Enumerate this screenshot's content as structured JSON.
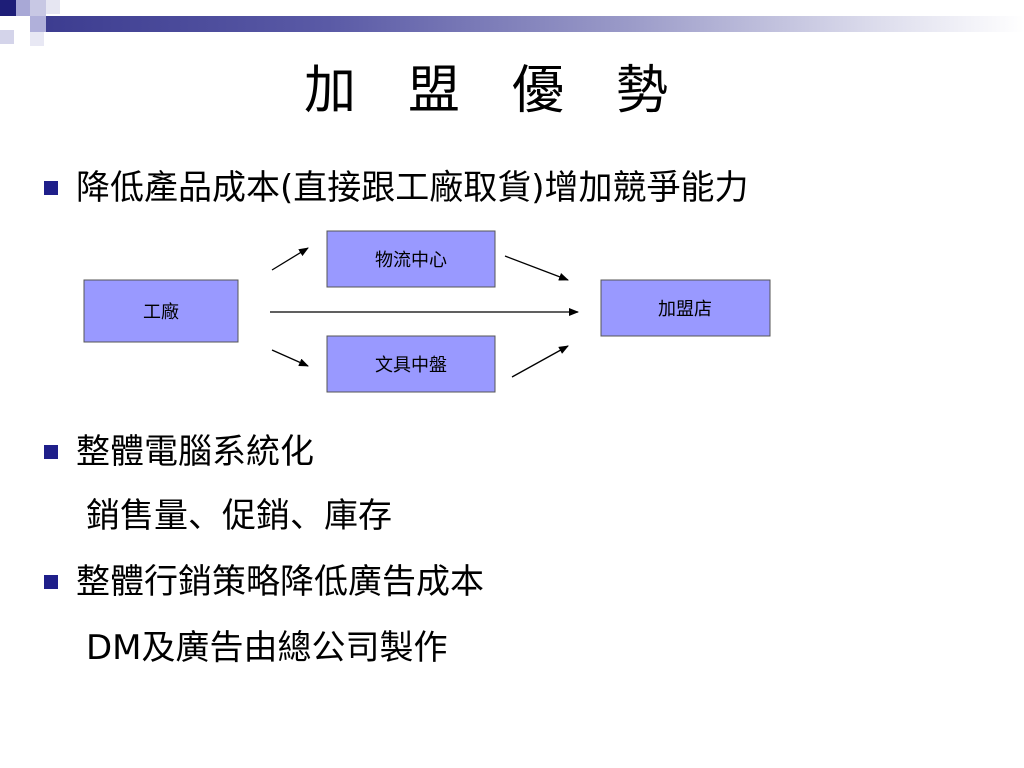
{
  "slide": {
    "title": "加盟優勢",
    "bullets": [
      {
        "text": "降低產品成本(直接跟工廠取貨)增加競爭能力",
        "sub": ""
      },
      {
        "text": "整體電腦系統化",
        "sub": "銷售量、促銷、庫存"
      },
      {
        "text": "整體行銷策略降低廣告成本",
        "sub": "DM及廣告由總公司製作"
      }
    ]
  },
  "diagram": {
    "nodes": {
      "factory": "工廠",
      "logistics": "物流中心",
      "stationery": "文具中盤",
      "franchise": "加盟店"
    }
  },
  "colors": {
    "node_fill": "#9999ff",
    "node_stroke": "#555555",
    "bullet": "#1f1f8a",
    "band": "#3b3b8f"
  }
}
